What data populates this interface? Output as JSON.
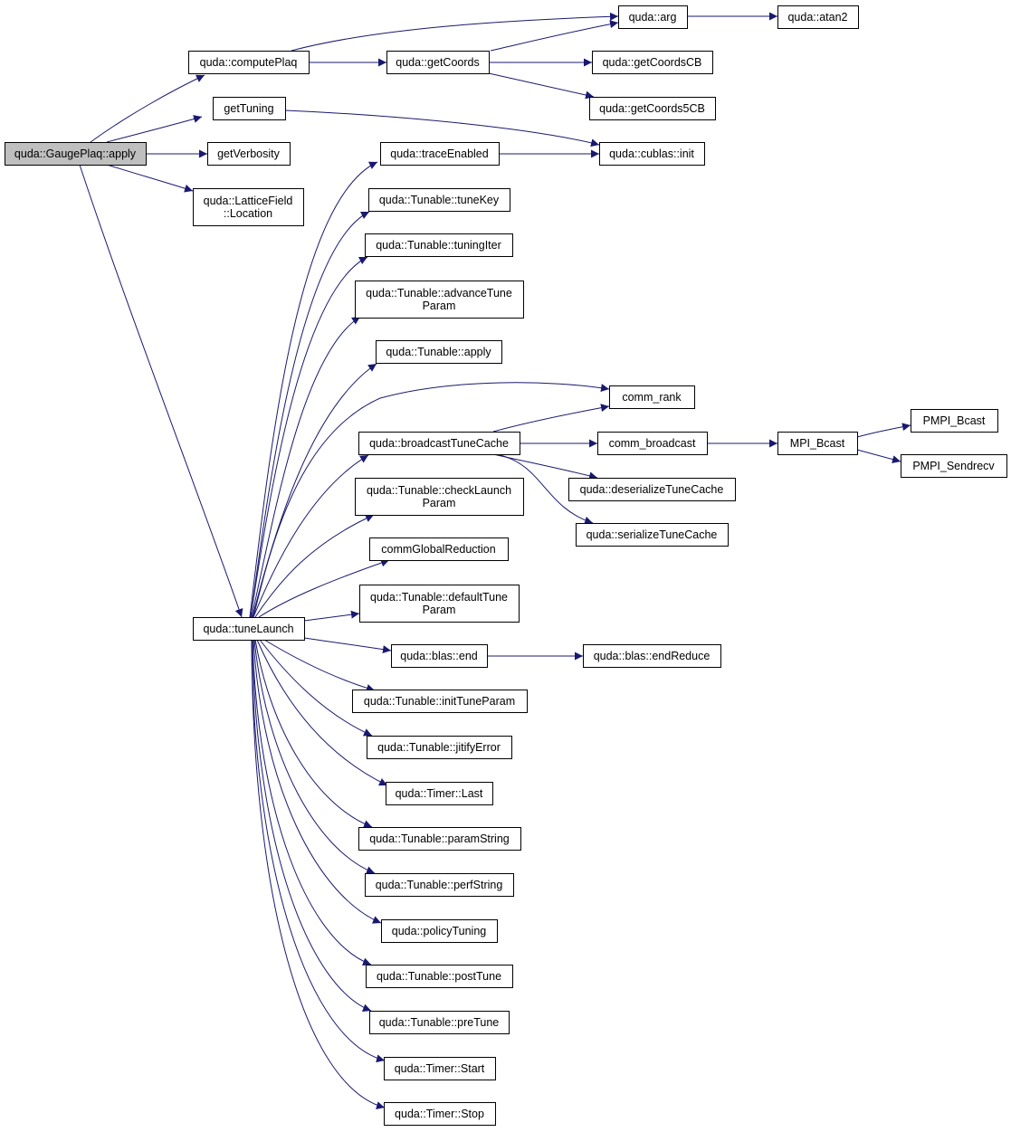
{
  "graph": {
    "nodes": [
      {
        "id": "apply",
        "lines": [
          "quda::GaugePlaq::apply"
        ]
      },
      {
        "id": "computePlaq",
        "lines": [
          "quda::computePlaq"
        ]
      },
      {
        "id": "getTuning",
        "lines": [
          "getTuning"
        ]
      },
      {
        "id": "getVerbosity",
        "lines": [
          "getVerbosity"
        ]
      },
      {
        "id": "location",
        "lines": [
          "quda::LatticeField",
          "::Location"
        ]
      },
      {
        "id": "tuneLaunch",
        "lines": [
          "quda::tuneLaunch"
        ]
      },
      {
        "id": "getCoords",
        "lines": [
          "quda::getCoords"
        ]
      },
      {
        "id": "arg",
        "lines": [
          "quda::arg"
        ]
      },
      {
        "id": "atan2",
        "lines": [
          "quda::atan2"
        ]
      },
      {
        "id": "getCoordsCB",
        "lines": [
          "quda::getCoordsCB"
        ]
      },
      {
        "id": "getCoords5CB",
        "lines": [
          "quda::getCoords5CB"
        ]
      },
      {
        "id": "traceEnabled",
        "lines": [
          "quda::traceEnabled"
        ]
      },
      {
        "id": "cublasInit",
        "lines": [
          "quda::cublas::init"
        ]
      },
      {
        "id": "tuneKey",
        "lines": [
          "quda::Tunable::tuneKey"
        ]
      },
      {
        "id": "tuningIter",
        "lines": [
          "quda::Tunable::tuningIter"
        ]
      },
      {
        "id": "advanceTuneParam",
        "lines": [
          "quda::Tunable::advanceTune",
          "Param"
        ]
      },
      {
        "id": "tunableApply",
        "lines": [
          "quda::Tunable::apply"
        ]
      },
      {
        "id": "commRank",
        "lines": [
          "comm_rank"
        ]
      },
      {
        "id": "broadcastTuneCache",
        "lines": [
          "quda::broadcastTuneCache"
        ]
      },
      {
        "id": "commBroadcast",
        "lines": [
          "comm_broadcast"
        ]
      },
      {
        "id": "mpiBcast",
        "lines": [
          "MPI_Bcast"
        ]
      },
      {
        "id": "pmpiBcast",
        "lines": [
          "PMPI_Bcast"
        ]
      },
      {
        "id": "pmpiSendrecv",
        "lines": [
          "PMPI_Sendrecv"
        ]
      },
      {
        "id": "deserializeTuneCache",
        "lines": [
          "quda::deserializeTuneCache"
        ]
      },
      {
        "id": "serializeTuneCache",
        "lines": [
          "quda::serializeTuneCache"
        ]
      },
      {
        "id": "checkLaunchParam",
        "lines": [
          "quda::Tunable::checkLaunch",
          "Param"
        ]
      },
      {
        "id": "commGlobalReduction",
        "lines": [
          "commGlobalReduction"
        ]
      },
      {
        "id": "defaultTuneParam",
        "lines": [
          "quda::Tunable::defaultTune",
          "Param"
        ]
      },
      {
        "id": "blasEnd",
        "lines": [
          "quda::blas::end"
        ]
      },
      {
        "id": "blasEndReduce",
        "lines": [
          "quda::blas::endReduce"
        ]
      },
      {
        "id": "initTuneParam",
        "lines": [
          "quda::Tunable::initTuneParam"
        ]
      },
      {
        "id": "jitifyError",
        "lines": [
          "quda::Tunable::jitifyError"
        ]
      },
      {
        "id": "timerLast",
        "lines": [
          "quda::Timer::Last"
        ]
      },
      {
        "id": "paramString",
        "lines": [
          "quda::Tunable::paramString"
        ]
      },
      {
        "id": "perfString",
        "lines": [
          "quda::Tunable::perfString"
        ]
      },
      {
        "id": "policyTuning",
        "lines": [
          "quda::policyTuning"
        ]
      },
      {
        "id": "postTune",
        "lines": [
          "quda::Tunable::postTune"
        ]
      },
      {
        "id": "preTune",
        "lines": [
          "quda::Tunable::preTune"
        ]
      },
      {
        "id": "timerStart",
        "lines": [
          "quda::Timer::Start"
        ]
      },
      {
        "id": "timerStop",
        "lines": [
          "quda::Timer::Stop"
        ]
      }
    ],
    "edges": [
      [
        "apply",
        "computePlaq"
      ],
      [
        "apply",
        "getTuning"
      ],
      [
        "apply",
        "getVerbosity"
      ],
      [
        "apply",
        "location"
      ],
      [
        "apply",
        "tuneLaunch"
      ],
      [
        "computePlaq",
        "arg"
      ],
      [
        "computePlaq",
        "getCoords"
      ],
      [
        "getCoords",
        "arg"
      ],
      [
        "getCoords",
        "getCoordsCB"
      ],
      [
        "getCoords",
        "getCoords5CB"
      ],
      [
        "arg",
        "atan2"
      ],
      [
        "getTuning",
        "cublasInit"
      ],
      [
        "traceEnabled",
        "cublasInit"
      ],
      [
        "tuneLaunch",
        "traceEnabled"
      ],
      [
        "tuneLaunch",
        "tuneKey"
      ],
      [
        "tuneLaunch",
        "tuningIter"
      ],
      [
        "tuneLaunch",
        "advanceTuneParam"
      ],
      [
        "tuneLaunch",
        "tunableApply"
      ],
      [
        "tuneLaunch",
        "commRank"
      ],
      [
        "tuneLaunch",
        "broadcastTuneCache"
      ],
      [
        "tuneLaunch",
        "checkLaunchParam"
      ],
      [
        "tuneLaunch",
        "commGlobalReduction"
      ],
      [
        "tuneLaunch",
        "defaultTuneParam"
      ],
      [
        "tuneLaunch",
        "blasEnd"
      ],
      [
        "tuneLaunch",
        "initTuneParam"
      ],
      [
        "tuneLaunch",
        "jitifyError"
      ],
      [
        "tuneLaunch",
        "timerLast"
      ],
      [
        "tuneLaunch",
        "paramString"
      ],
      [
        "tuneLaunch",
        "perfString"
      ],
      [
        "tuneLaunch",
        "policyTuning"
      ],
      [
        "tuneLaunch",
        "postTune"
      ],
      [
        "tuneLaunch",
        "preTune"
      ],
      [
        "tuneLaunch",
        "timerStart"
      ],
      [
        "tuneLaunch",
        "timerStop"
      ],
      [
        "broadcastTuneCache",
        "commRank"
      ],
      [
        "broadcastTuneCache",
        "commBroadcast"
      ],
      [
        "broadcastTuneCache",
        "deserializeTuneCache"
      ],
      [
        "broadcastTuneCache",
        "serializeTuneCache"
      ],
      [
        "commBroadcast",
        "mpiBcast"
      ],
      [
        "mpiBcast",
        "pmpiBcast"
      ],
      [
        "mpiBcast",
        "pmpiSendrecv"
      ],
      [
        "blasEnd",
        "blasEndReduce"
      ]
    ]
  }
}
